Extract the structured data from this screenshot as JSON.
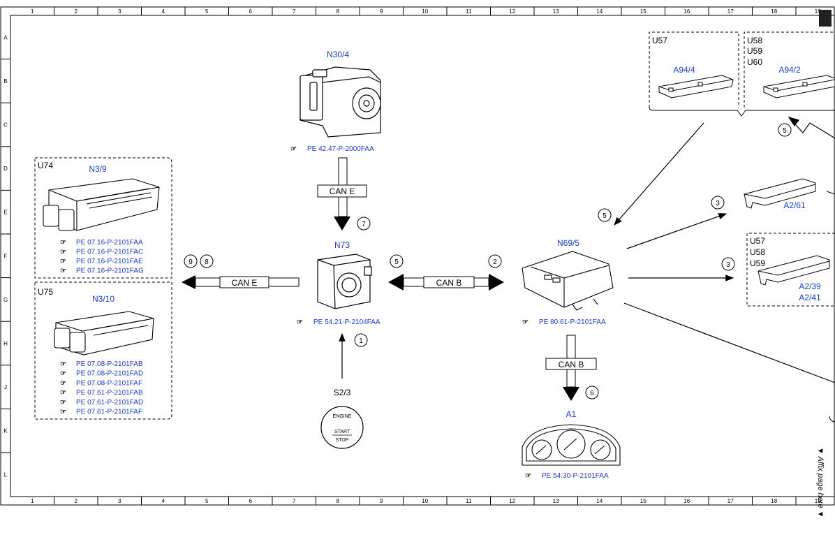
{
  "frame": {
    "columns": [
      "1",
      "2",
      "3",
      "4",
      "5",
      "6",
      "7",
      "8",
      "9",
      "10",
      "11",
      "12",
      "13",
      "14",
      "15",
      "16",
      "17",
      "18",
      "19"
    ],
    "rows": [
      "A",
      "B",
      "C",
      "D",
      "E",
      "F",
      "G",
      "H",
      "J",
      "K",
      "L"
    ],
    "side_note": "▼ Affix page here ▼"
  },
  "components": {
    "n30_4": {
      "label": "N30/4",
      "refs": [
        "PE 42.47-P-2000FAA"
      ]
    },
    "n73": {
      "label": "N73",
      "refs": [
        "PE 54.21-P-2104FAA"
      ]
    },
    "n69_5": {
      "label": "N69/5",
      "refs": [
        "PE 80.61-P-2101FAA"
      ]
    },
    "a1": {
      "label": "A1",
      "refs": [
        "PE 54.30-P-2101FAA"
      ]
    },
    "n3_9": {
      "label": "N3/9",
      "group": "U74",
      "refs": [
        "PE 07.16-P-2101FAA",
        "PE 07.16-P-2101FAC",
        "PE 07.16-P-2101FAE",
        "PE 07.16-P-2101FAG"
      ]
    },
    "n3_10": {
      "label": "N3/10",
      "group": "U75",
      "refs": [
        "PE 07.08-P-2101FAB",
        "PE 07.08-P-2101FAD",
        "PE 07.08-P-2101FAF",
        "PE 07.61-P-2101FAB",
        "PE 07.61-P-2101FAD",
        "PE 07.61-P-2101FAF"
      ]
    },
    "s2_3": {
      "label": "S2/3",
      "button_top": "ENGINE",
      "button_mid": "START",
      "button_bot": "STOP"
    },
    "a94_4": {
      "label": "A94/4",
      "group": "U57"
    },
    "a94_2": {
      "label": "A94/2",
      "groups": [
        "U58",
        "U59",
        "U60"
      ]
    },
    "a2_61": {
      "label": "A2/61"
    },
    "a2_39": {
      "label": "A2/39",
      "label2": "A2/41",
      "groups": [
        "U57",
        "U58",
        "U59"
      ]
    }
  },
  "buses": {
    "can_e_top": "CAN E",
    "can_e_left": "CAN E",
    "can_b_mid": "CAN B",
    "can_b_down": "CAN B"
  },
  "markers": {
    "m7": "7",
    "m5_left": "5",
    "m2": "2",
    "m9": "9",
    "m8": "8",
    "m1": "1",
    "m6": "6",
    "m5_upper": "5",
    "m5_top": "5",
    "m3_upper": "3",
    "m3_lower": "3"
  },
  "colors": {
    "component_label": "#1a3fc6",
    "line": "#000000"
  }
}
